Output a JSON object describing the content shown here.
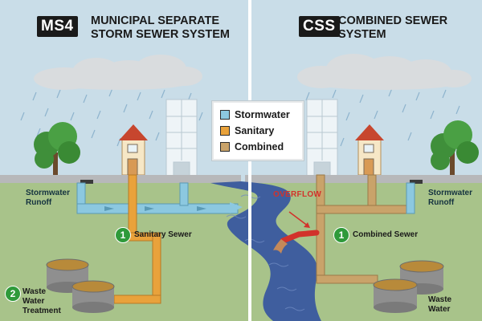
{
  "left": {
    "badge": "MS4",
    "title_line1": "MUNICIPAL SEPARATE",
    "title_line2": "STORM SEWER SYSTEM",
    "runoff_line1": "Stormwater",
    "runoff_line2": "Runoff",
    "sewer_number": "1",
    "sewer_label": "Sanitary Sewer",
    "treatment_number": "2",
    "treatment_line1": "Waste",
    "treatment_line2": "Water",
    "treatment_line3": "Treatment"
  },
  "right": {
    "badge": "CSS",
    "title_line1": "COMBINED SEWER",
    "title_line2": "SYSTEM",
    "overflow_label": "OVERFLOW",
    "runoff_line1": "Stormwater",
    "runoff_line2": "Runoff",
    "sewer_number": "1",
    "sewer_label": "Combined Sewer",
    "treatment_line1": "Waste",
    "treatment_line2": "Water"
  },
  "legend": {
    "items": [
      {
        "label": "Stormwater",
        "color": "#8cc8e0"
      },
      {
        "label": "Sanitary",
        "color": "#e9a23b"
      },
      {
        "label": "Combined",
        "color": "#c9a36a"
      }
    ]
  },
  "colors": {
    "sky": "#c9dde8",
    "ground": "#a8c38a",
    "river": "#3f5e9e",
    "stormwater_pipe": "#8cc8e0",
    "sanitary_pipe": "#e9a23b",
    "combined_pipe": "#c9a36a",
    "overflow": "#d2322b"
  }
}
